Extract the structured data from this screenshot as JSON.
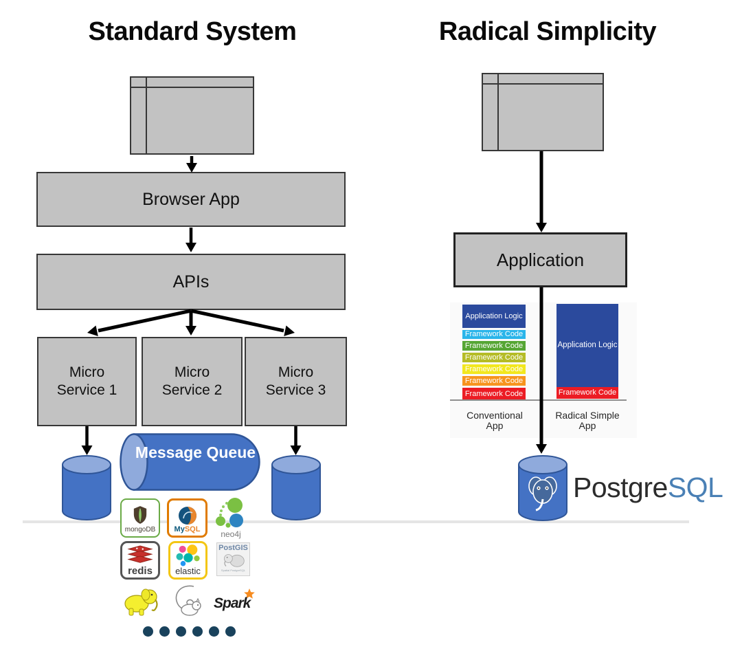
{
  "left": {
    "title": "Standard System",
    "browser_app_label": "Browser App",
    "apis_label": "APIs",
    "micro_services": [
      "Micro Service 1",
      "Micro Service 2",
      "Micro Service 3"
    ],
    "message_queue_label": "Message Queue",
    "logos": {
      "mongodb": "mongoDB",
      "mysql_my": "My",
      "mysql_sql": "SQL",
      "neo4j": "neo4j",
      "redis": "redis",
      "elastic": "elastic",
      "postgis_title": "PostGIS",
      "postgis_sub": "Spatial PostgreSQL",
      "spark": "Spark"
    },
    "dots_count": 6
  },
  "right": {
    "title": "Radical Simplicity",
    "application_label": "Application",
    "postgresql_dark": "Postgre",
    "postgresql_blue": "SQL"
  },
  "chart_data": {
    "type": "bar",
    "stacked": true,
    "categories": [
      "Conventional App",
      "Radical Simple App"
    ],
    "bars": [
      {
        "label": "Conventional App",
        "layers": [
          {
            "name": "Application Logic",
            "color": "#2b4a9d",
            "h": 34
          },
          {
            "name": "Framework Code",
            "color": "#2ab5ea",
            "h": 13
          },
          {
            "name": "Framework Code",
            "color": "#56a634",
            "h": 14
          },
          {
            "name": "Framework Code",
            "color": "#b5bc26",
            "h": 14
          },
          {
            "name": "Framework Code",
            "color": "#f2e71e",
            "h": 14
          },
          {
            "name": "Framework Code",
            "color": "#f7941e",
            "h": 14
          },
          {
            "name": "Framework Code",
            "color": "#ec1c24",
            "h": 19
          }
        ]
      },
      {
        "label": "Radical Simple App",
        "layers": [
          {
            "name": "Application Logic",
            "color": "#2b4a9d",
            "h": 121
          },
          {
            "name": "Framework Code",
            "color": "#ec1c24",
            "h": 17
          }
        ]
      }
    ]
  },
  "colors": {
    "box_fill": "#c2c2c2",
    "box_border": "#373737",
    "cylinder_fill": "#4472c4",
    "cylinder_top": "#8faadc",
    "cylinder_border": "#2f5597",
    "dots": "#19425c",
    "postgres_sql_blue": "#4a80b5"
  }
}
